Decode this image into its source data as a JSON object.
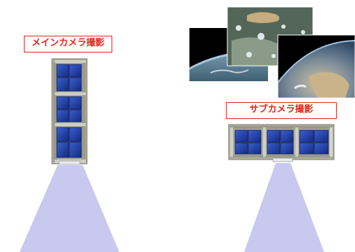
{
  "labels": {
    "main_camera": "メインカメラ撮影",
    "sub_camera": "サブカメラ撮影"
  },
  "colors": {
    "label_red": "#e8231a",
    "beam": "#c9c8ef",
    "solar_panel": "#1f3fa3",
    "frame": "#8f8f82"
  },
  "icons": {
    "photos": [
      "earth-horizon-photo",
      "earth-surface-photo",
      "earth-globe-photo"
    ],
    "satellites": [
      "cubesat-vertical",
      "cubesat-horizontal"
    ]
  }
}
